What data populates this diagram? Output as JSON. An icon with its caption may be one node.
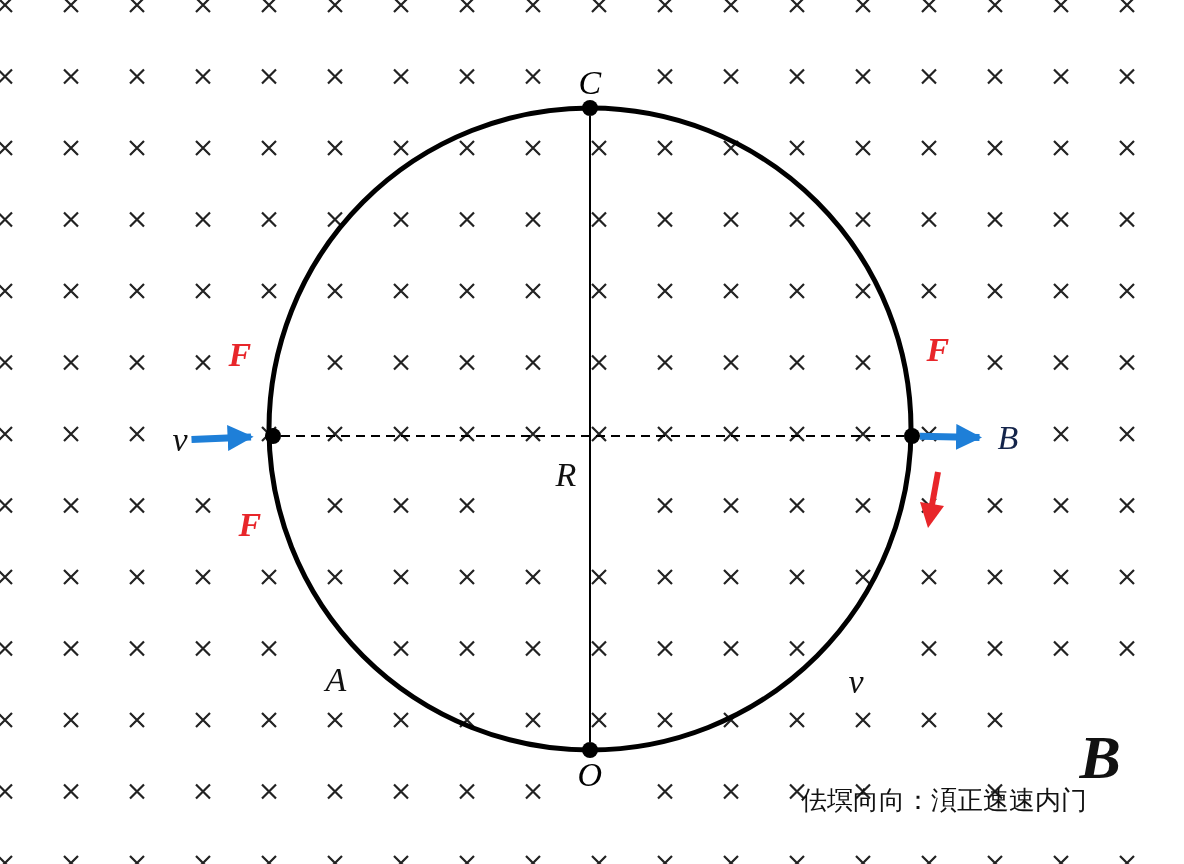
{
  "diagram": {
    "nodes": [
      {
        "text": [],
        "shape": "circle",
        "beside": [
          "C"
        ]
      },
      {
        "text": [],
        "shape": "circle"
      },
      {
        "text": [],
        "shape": "circle"
      },
      {
        "text": [],
        "shape": "circle",
        "beside": [
          "O"
        ]
      },
      {
        "text": [
          "v"
        ]
      },
      {
        "text": [
          "B"
        ]
      }
    ],
    "edges": [
      {
        "from": 0,
        "to": 3,
        "arrow": "none"
      },
      {
        "from": 1,
        "to": 2,
        "arrow": "none",
        "style": "dashed"
      },
      {
        "from": 4,
        "to": 1,
        "arrow": "to",
        "style": "thick",
        "color": "#1e7fd8"
      },
      {
        "from": 2,
        "to": 5,
        "arrow": "to",
        "style": "thick",
        "color": "#1e7fd8"
      }
    ],
    "labels": [
      "F",
      "F",
      "R",
      "F",
      "A",
      "v",
      "B",
      "佉塓向向：湏正速速内门"
    ]
  }
}
